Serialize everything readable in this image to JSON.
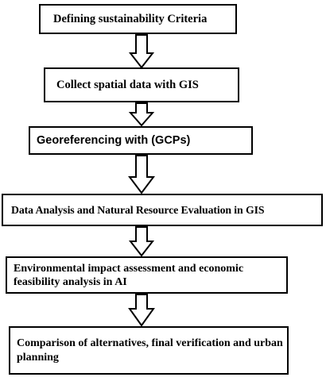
{
  "steps": [
    {
      "label": "Defining sustainability  Criteria"
    },
    {
      "label": "Collect spatial data with GIS"
    },
    {
      "label": "Georeferencing with (GCPs)"
    },
    {
      "label": "Data Analysis and Natural Resource Evaluation in GIS"
    },
    {
      "label": "Environmental impact assessment and economic feasibility analysis in AI"
    },
    {
      "label": "Comparison of alternatives, final verification and urban planning"
    }
  ]
}
